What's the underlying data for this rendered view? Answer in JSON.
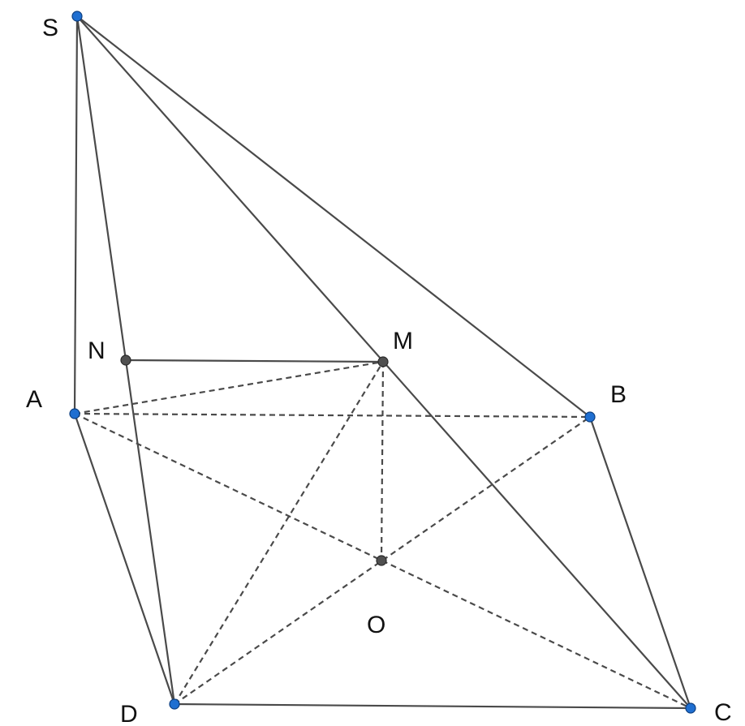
{
  "diagram": {
    "points": {
      "S": {
        "label": "S",
        "style": "blue"
      },
      "A": {
        "label": "A",
        "style": "blue"
      },
      "B": {
        "label": "B",
        "style": "blue"
      },
      "C": {
        "label": "C",
        "style": "blue"
      },
      "D": {
        "label": "D",
        "style": "blue"
      },
      "M": {
        "label": "M",
        "style": "gray"
      },
      "N": {
        "label": "N",
        "style": "gray"
      },
      "O": {
        "label": "O",
        "style": "gray"
      }
    },
    "solid_edges": [
      [
        "S",
        "A"
      ],
      [
        "S",
        "D"
      ],
      [
        "S",
        "B"
      ],
      [
        "S",
        "C"
      ],
      [
        "A",
        "D"
      ],
      [
        "D",
        "C"
      ],
      [
        "B",
        "C"
      ],
      [
        "N",
        "M"
      ]
    ],
    "dashed_edges": [
      [
        "A",
        "B"
      ],
      [
        "A",
        "C"
      ],
      [
        "D",
        "B"
      ],
      [
        "A",
        "M"
      ],
      [
        "D",
        "M"
      ],
      [
        "M",
        "O"
      ]
    ],
    "colors": {
      "blue_point": "#1f6fd1",
      "gray_point": "#505050",
      "line": "#4a4a4a"
    }
  }
}
